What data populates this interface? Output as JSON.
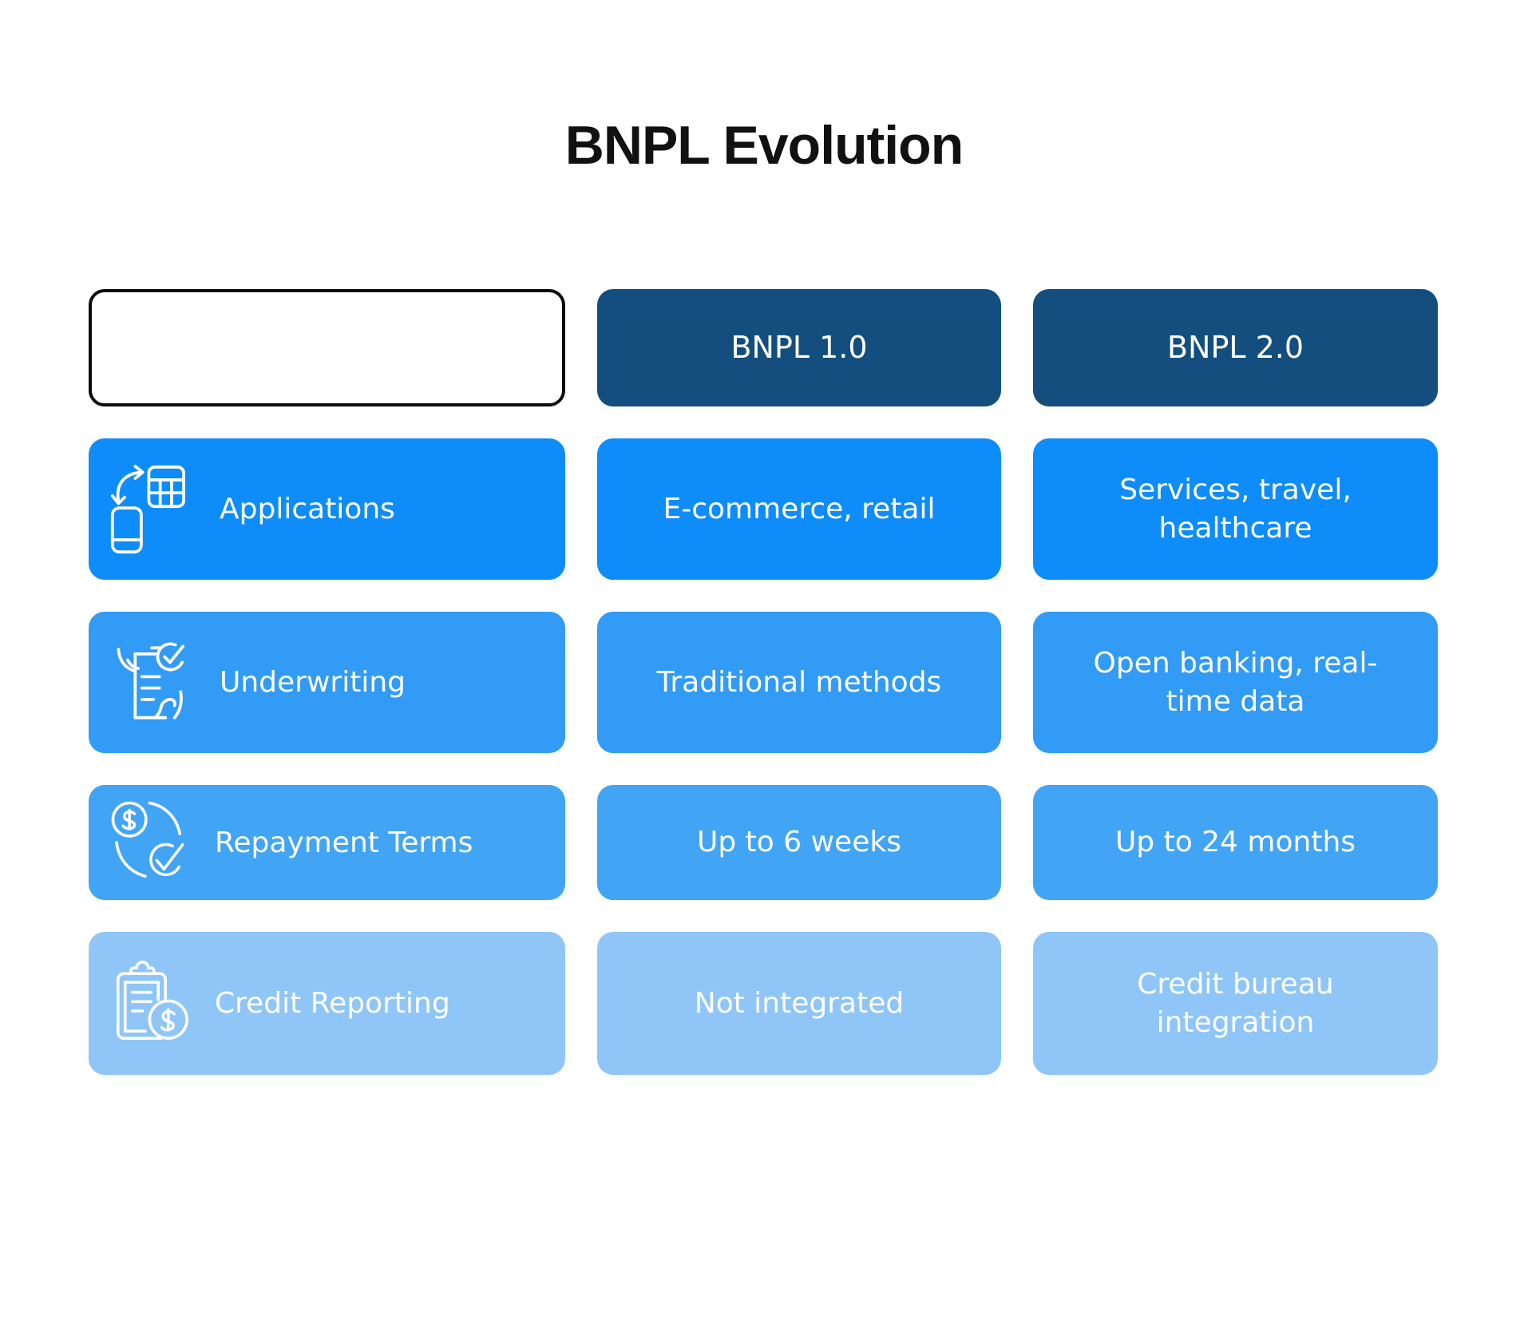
{
  "title": "BNPL Evolution",
  "chart_data": {
    "type": "table",
    "title": "BNPL Evolution",
    "columns": [
      "",
      "BNPL 1.0",
      "BNPL 2.0"
    ],
    "rows": [
      [
        "Applications",
        "E-commerce, retail",
        "Services, travel, healthcare"
      ],
      [
        "Underwriting",
        "Traditional methods",
        "Open banking, real-time data"
      ],
      [
        "Repayment Terms",
        "Up to 6 weeks",
        "Up to 24 months"
      ],
      [
        "Credit Reporting",
        "Not integrated",
        "Credit bureau integration"
      ]
    ]
  },
  "icons": {
    "applications": "phone-data-sync-icon",
    "underwriting": "document-check-hand-icon",
    "repayment_terms": "dollar-cycle-check-icon",
    "credit_reporting": "clipboard-dollar-icon"
  },
  "colors": {
    "header_bg": "#134e7e",
    "row_applications_bg": "#0d8cfa",
    "row_underwriting_bg": "#319bf5",
    "row_repayment_bg": "#42a4f5",
    "row_credit_bg": "#8fc6f7",
    "text_on_blue": "#ffffff",
    "title_text": "#111111",
    "blank_header_border": "#0c0c0c"
  }
}
